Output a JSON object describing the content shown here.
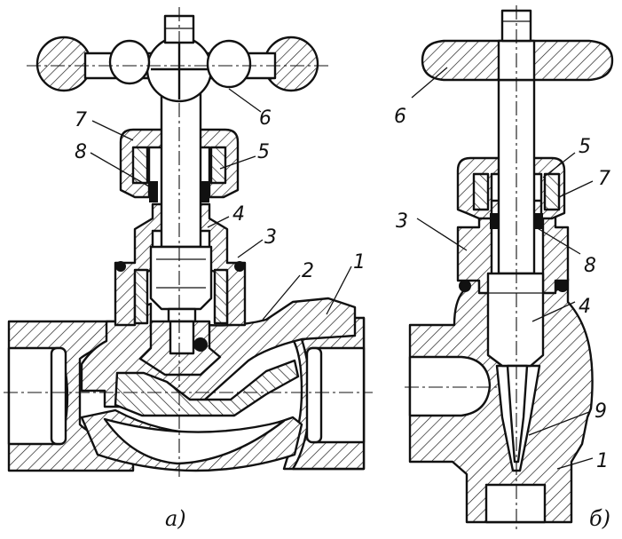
{
  "figure_a": {
    "caption": "а)",
    "callouts": [
      {
        "id": "a1",
        "text": "1"
      },
      {
        "id": "a2",
        "text": "2"
      },
      {
        "id": "a3",
        "text": "3"
      },
      {
        "id": "a4",
        "text": "4"
      },
      {
        "id": "a5",
        "text": "5"
      },
      {
        "id": "a6",
        "text": "6"
      },
      {
        "id": "a7",
        "text": "7"
      },
      {
        "id": "a8",
        "text": "8"
      }
    ]
  },
  "figure_b": {
    "caption": "б)",
    "callouts": [
      {
        "id": "b1",
        "text": "1"
      },
      {
        "id": "b3",
        "text": "3"
      },
      {
        "id": "b4",
        "text": "4"
      },
      {
        "id": "b5",
        "text": "5"
      },
      {
        "id": "b6",
        "text": "6"
      },
      {
        "id": "b7",
        "text": "7"
      },
      {
        "id": "b8",
        "text": "8"
      },
      {
        "id": "b9",
        "text": "9"
      }
    ]
  },
  "colors": {
    "ink": "#111111",
    "paper": "#ffffff"
  }
}
